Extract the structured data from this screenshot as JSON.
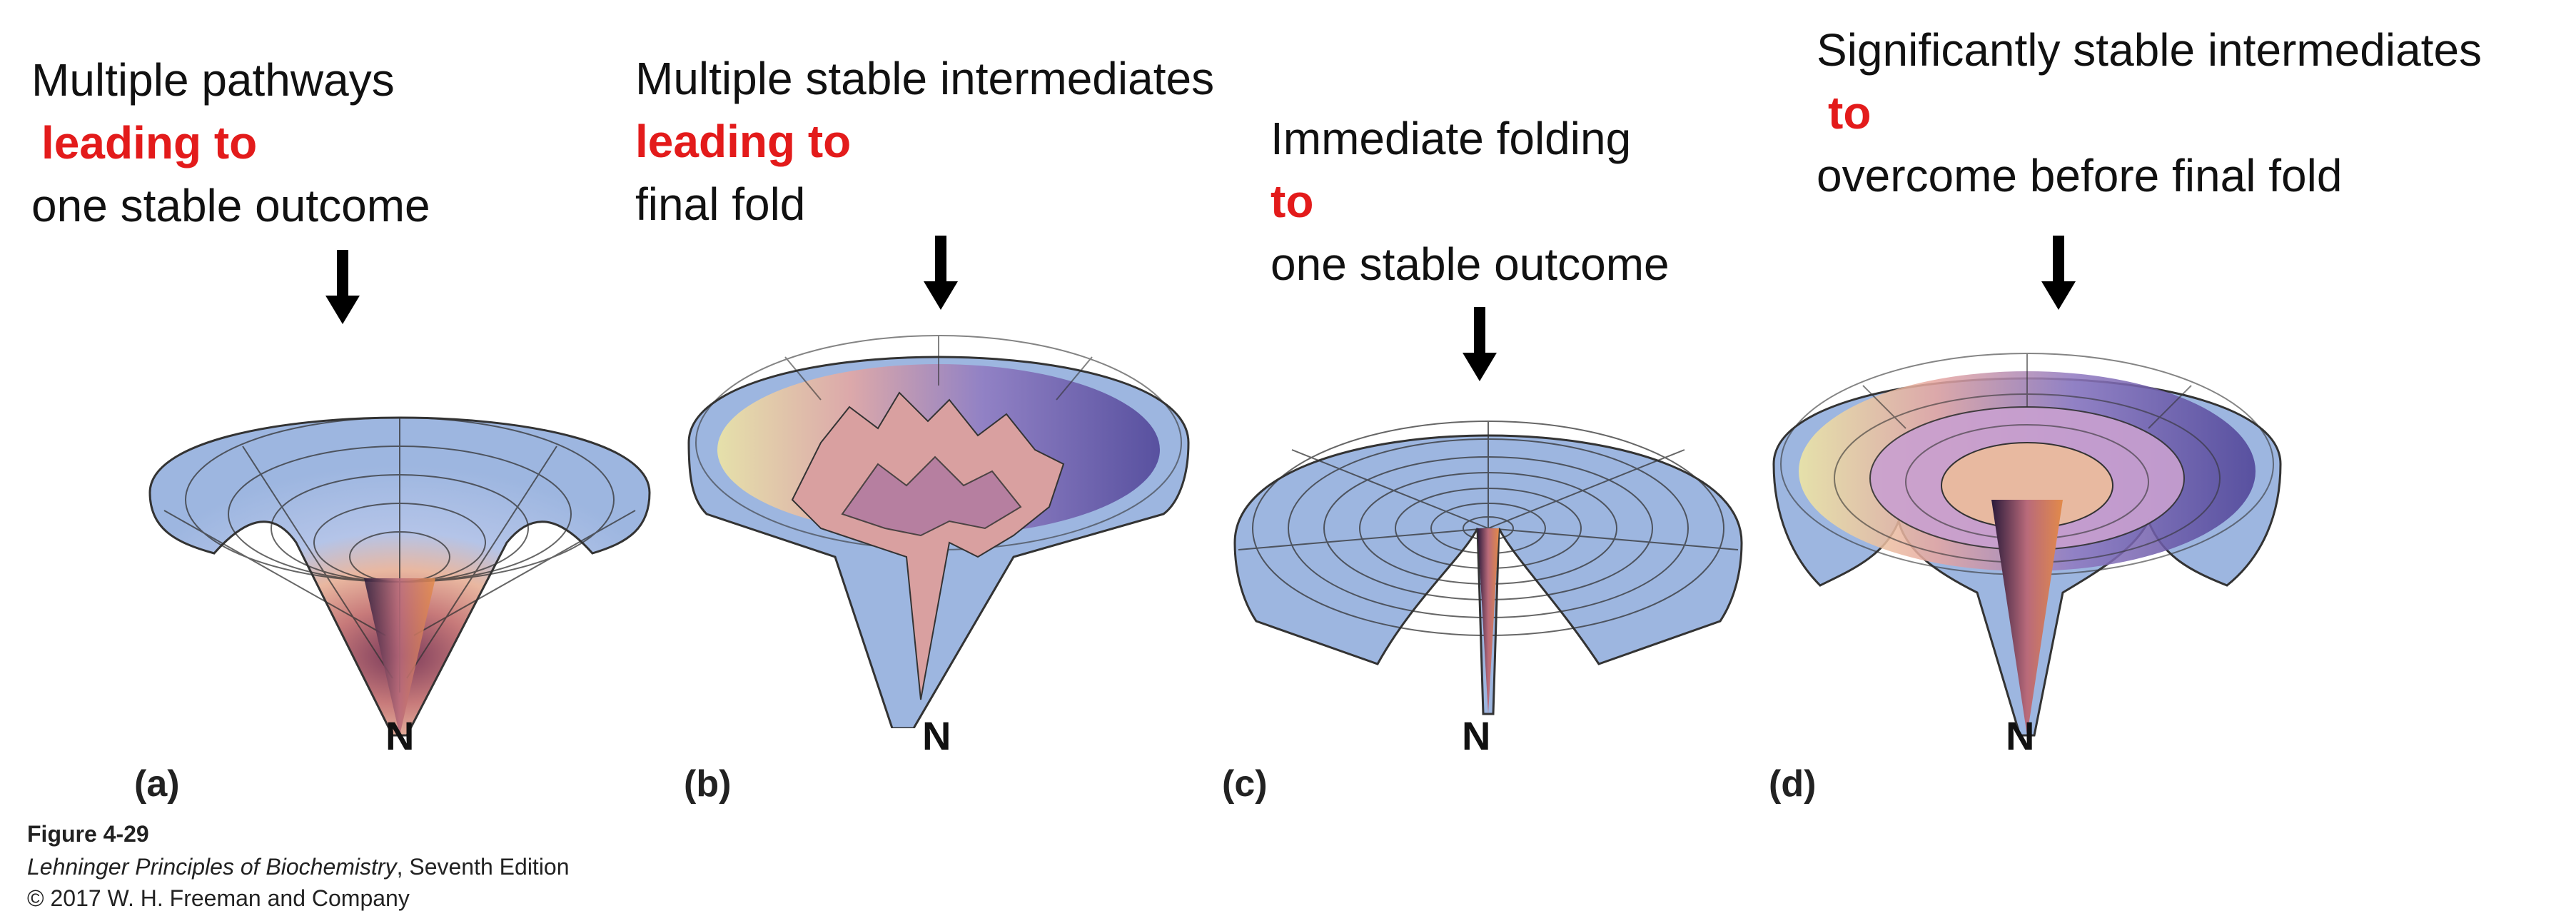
{
  "panels": [
    {
      "label": "(a)",
      "lines": [
        {
          "text": "Multiple pathways",
          "emph": false
        },
        {
          "text": "leading to",
          "emph": true
        },
        {
          "text": "one stable outcome",
          "emph": false
        }
      ],
      "bottom_label": "N"
    },
    {
      "label": "(b)",
      "lines": [
        {
          "text": "Multiple stable intermediates",
          "emph": false
        },
        {
          "text": "leading to",
          "emph": true
        },
        {
          "text": "final fold",
          "emph": false
        }
      ],
      "bottom_label": "N"
    },
    {
      "label": "(c)",
      "lines": [
        {
          "text": "Immediate folding",
          "emph": false
        },
        {
          "text": "to",
          "emph": true
        },
        {
          "text": "one stable outcome",
          "emph": false
        }
      ],
      "bottom_label": "N"
    },
    {
      "label": "(d)",
      "lines": [
        {
          "text": "Significantly stable intermediates",
          "emph": false
        },
        {
          "text": "to",
          "emph": true
        },
        {
          "text": "overcome before final fold",
          "emph": false
        }
      ],
      "bottom_label": "N"
    }
  ],
  "figure": {
    "number": "Figure 4-29",
    "book_title": "Lehninger Principles of Biochemistry",
    "edition": ", Seventh Edition",
    "copyright": "© 2017 W. H. Freeman and Company"
  },
  "colors": {
    "emphasis": "#e31b1b",
    "funnel_blue": "#9db6e0",
    "funnel_purple": "#6b5aa5",
    "funnel_orange": "#e8a36a",
    "funnel_yellow": "#f2e8a0"
  }
}
